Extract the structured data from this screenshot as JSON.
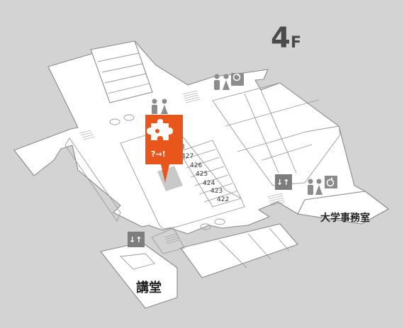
{
  "floor": {
    "number": "4",
    "suffix": "F"
  },
  "rooms": [
    {
      "number": "427"
    },
    {
      "number": "426"
    },
    {
      "number": "425"
    },
    {
      "number": "424"
    },
    {
      "number": "423"
    },
    {
      "number": "422"
    }
  ],
  "partial_room_label": "8",
  "labels": {
    "office": "大学事務室",
    "auditorium": "講堂"
  },
  "elevator_symbol": "↓↑",
  "marker": {
    "text": "?→!",
    "color": "#e8561c",
    "icon": "puzzle-icon"
  },
  "colors": {
    "background": "#d3d3d3",
    "floor": "#ffffff",
    "walls": "#8a8a8a",
    "icons": "#8c8c8c",
    "elevator": "#7d7d7d"
  }
}
